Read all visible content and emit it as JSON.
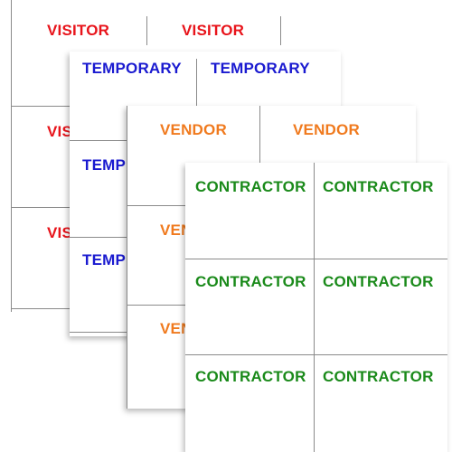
{
  "colors": {
    "visitor": "#e8141b",
    "temporary": "#1a1ad0",
    "vendor": "#f07a1e",
    "contractor": "#1a8a1a",
    "divider": "#8a8a8a"
  },
  "sheets": {
    "visitor": {
      "label": "VISITOR",
      "partial": "VIS"
    },
    "temporary": {
      "label": "TEMPORARY",
      "partial": "TEMP"
    },
    "vendor": {
      "label": "VENDOR",
      "partial": "VEN"
    },
    "contractor": {
      "label": "CONTRACTOR"
    }
  }
}
